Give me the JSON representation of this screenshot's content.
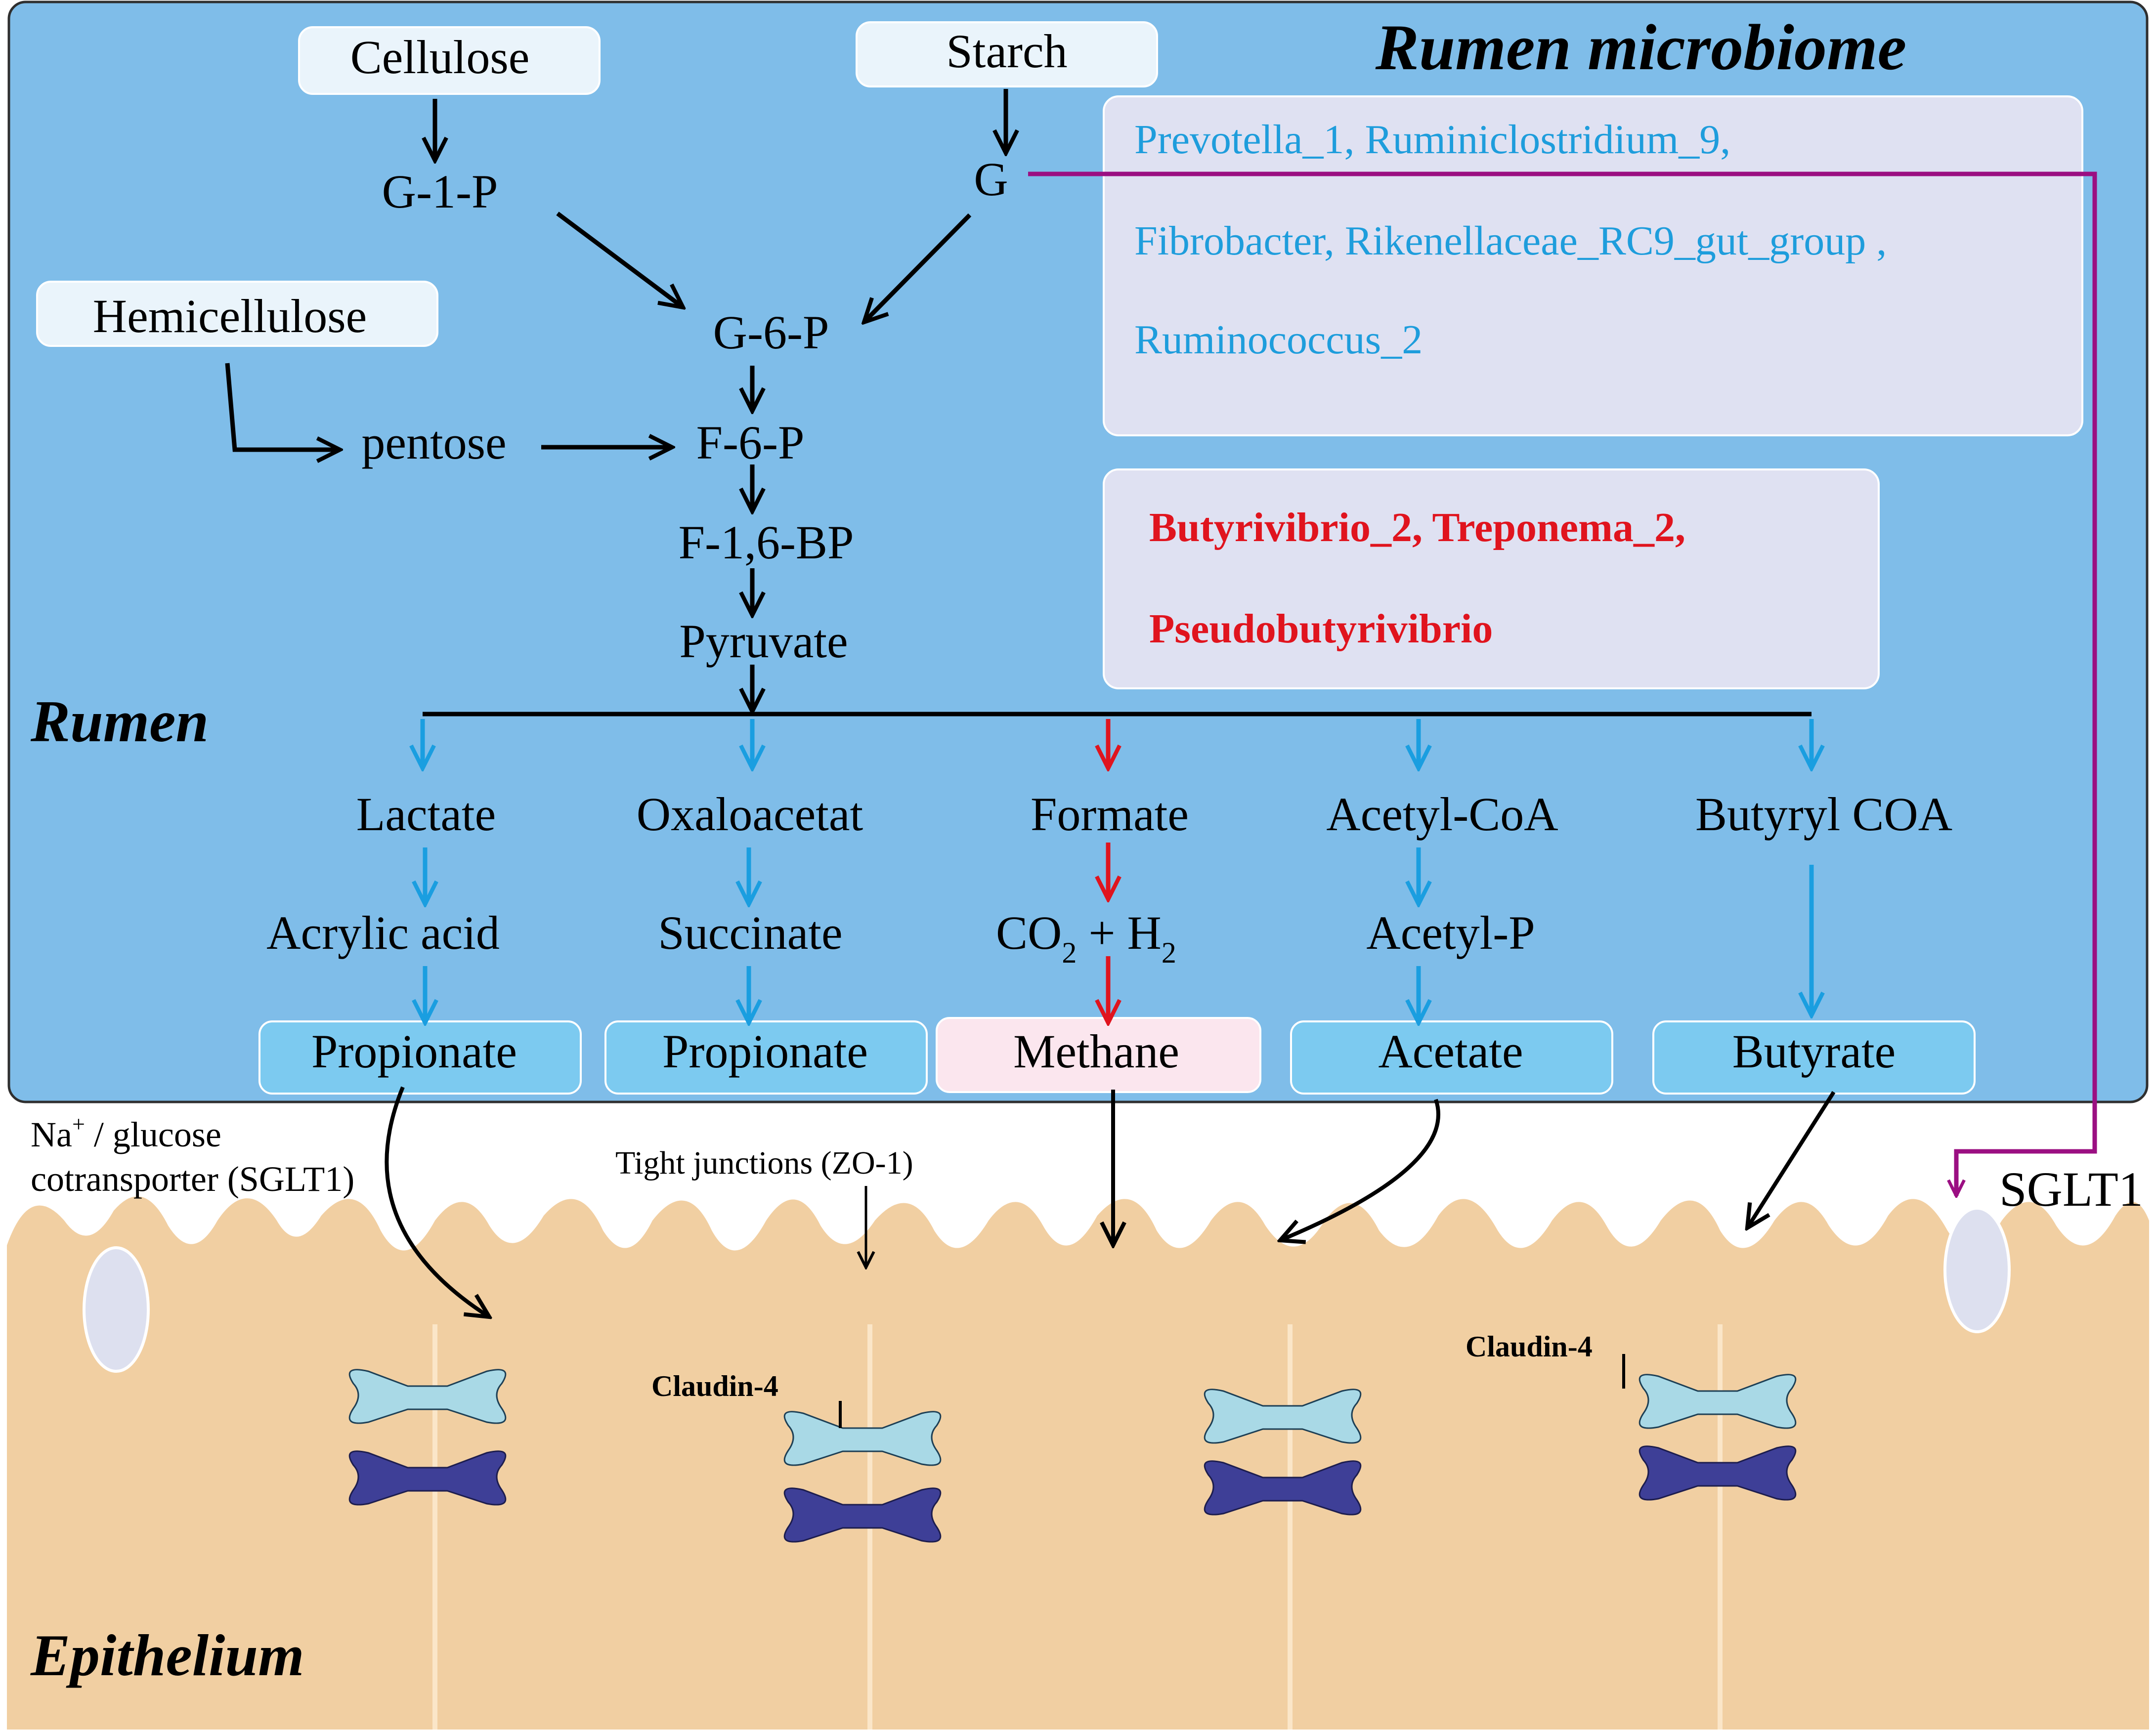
{
  "titles": {
    "microbiome": "Rumen microbiome",
    "rumen": "Rumen",
    "epithelium": "Epithelium"
  },
  "substrates": {
    "cellulose": "Cellulose",
    "starch": "Starch",
    "hemicellulose": "Hemicellulose"
  },
  "pathway": {
    "g1p": "G-1-P",
    "g": "G",
    "g6p": "G-6-P",
    "pentose": "pentose",
    "f6p": "F-6-P",
    "f16bp": "F-1,6-BP",
    "pyruvate": "Pyruvate"
  },
  "branches": {
    "lactate": "Lactate",
    "acrylic": "Acrylic acid",
    "oxaloacetat": "Oxaloacetat",
    "succinate": "Succinate",
    "formate": "Formate",
    "co2": "CO",
    "co2_sub": "2",
    "plus_h": " + H",
    "h2_sub": "2",
    "acetylcoa": "Acetyl-CoA",
    "acetylp": "Acetyl-P",
    "butyrylcoa": "Butyryl COA"
  },
  "products": {
    "propionate1": "Propionate",
    "propionate2": "Propionate",
    "methane": "Methane",
    "acetate": "Acetate",
    "butyrate": "Butyrate"
  },
  "taxa_increased": {
    "line1": "Prevotella_1, Ruminiclostridium_9,",
    "line2": "Fibrobacter, Rikenellaceae_RC9_gut_group ,",
    "line3": "Ruminococcus_2"
  },
  "taxa_decreased": {
    "line1": "Butyrivibrio_2, Treponema_2,",
    "line2": "Pseudobutyrivibrio"
  },
  "epithelium_labels": {
    "na_line1_a": "Na",
    "na_sup": "+",
    "na_line1_b": " / glucose",
    "na_line2": "cotransporter (SGLT1)",
    "tight": "Tight junctions (ZO-1)",
    "sglt1": "SGLT1",
    "claudin_a": "Claudin-4",
    "claudin_b": "Claudin-4"
  },
  "colors": {
    "rumen_bg": "#7fbde9",
    "epithelium_bg": "#f1cfa2",
    "blue_arrow": "#1a9ee0",
    "red_arrow": "#e0141e",
    "purple_arrow": "#9b0f82",
    "taxa_blue": "#1e9ddc",
    "taxa_red": "#e0141e",
    "claudin_light": "#a9d9e6",
    "claudin_dark": "#3e3f97"
  }
}
